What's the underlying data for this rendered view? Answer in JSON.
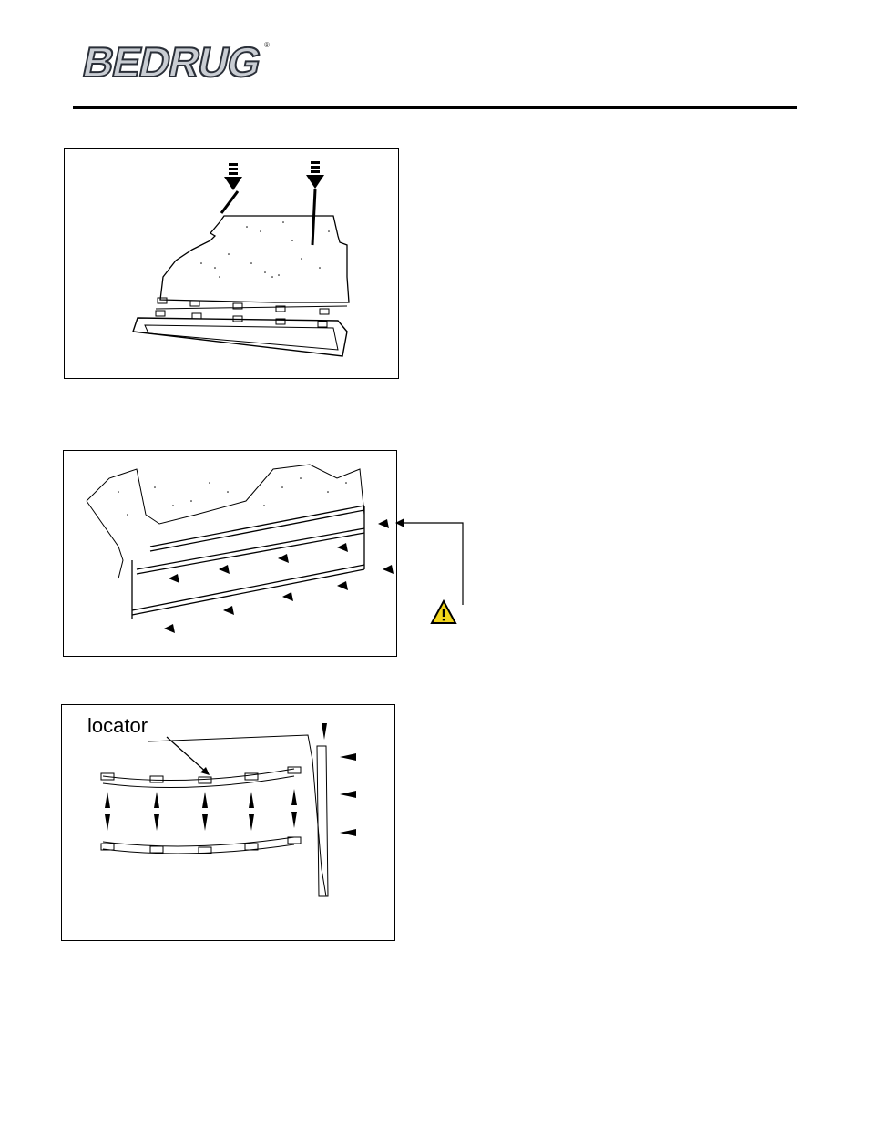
{
  "brand": {
    "name": "BEDRUG",
    "registered_mark": "®"
  },
  "figures": [
    {
      "id": "fig1",
      "icon": "bedliner-floor-installation-diagram"
    },
    {
      "id": "fig2",
      "icon": "bedliner-front-wall-clip-diagram"
    },
    {
      "id": "fig3",
      "icon": "locator-clip-diagram",
      "label": "locator"
    }
  ],
  "warning": {
    "icon": "warning-triangle-icon",
    "color": "#f2d51a"
  }
}
